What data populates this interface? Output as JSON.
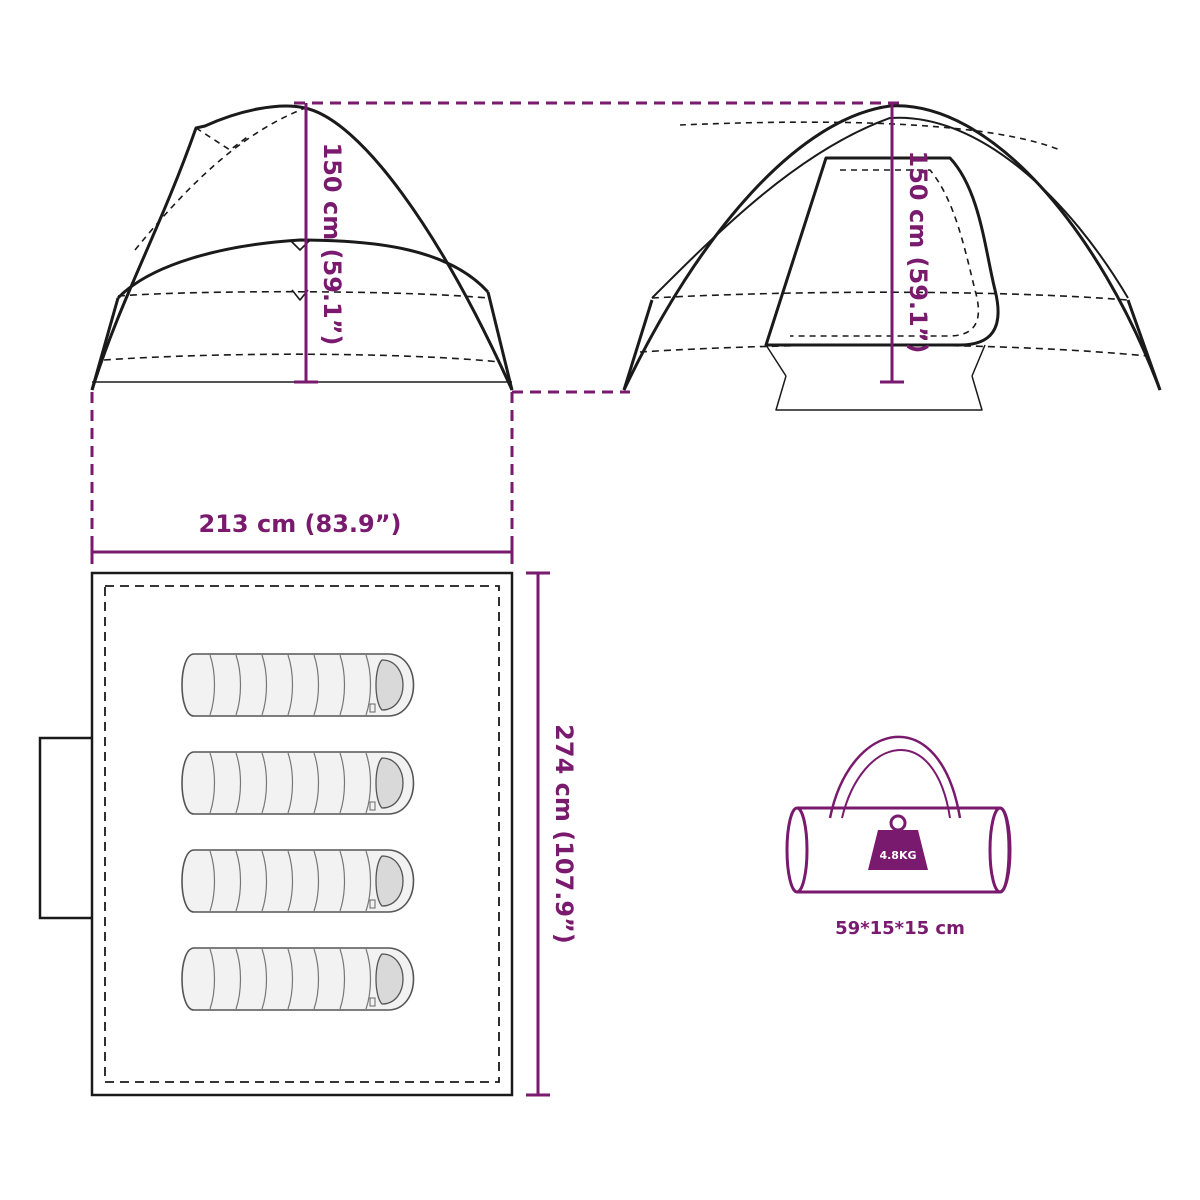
{
  "labels": {
    "side_height": "150 cm (59.1”)",
    "front_height": "150 cm (59.1”)",
    "width": "213 cm (83.9”)",
    "length": "274 cm (107.9”)",
    "bag_size": "59*15*15 cm",
    "weight": "4.8KG"
  },
  "colors": {
    "accent": "#7a1a6e",
    "line": "#1a1a1a",
    "dash": "#333333",
    "bag_fill": "#f2f2f2",
    "bag_shade": "#d9d9d9"
  },
  "sleeping_bag_count": 4
}
